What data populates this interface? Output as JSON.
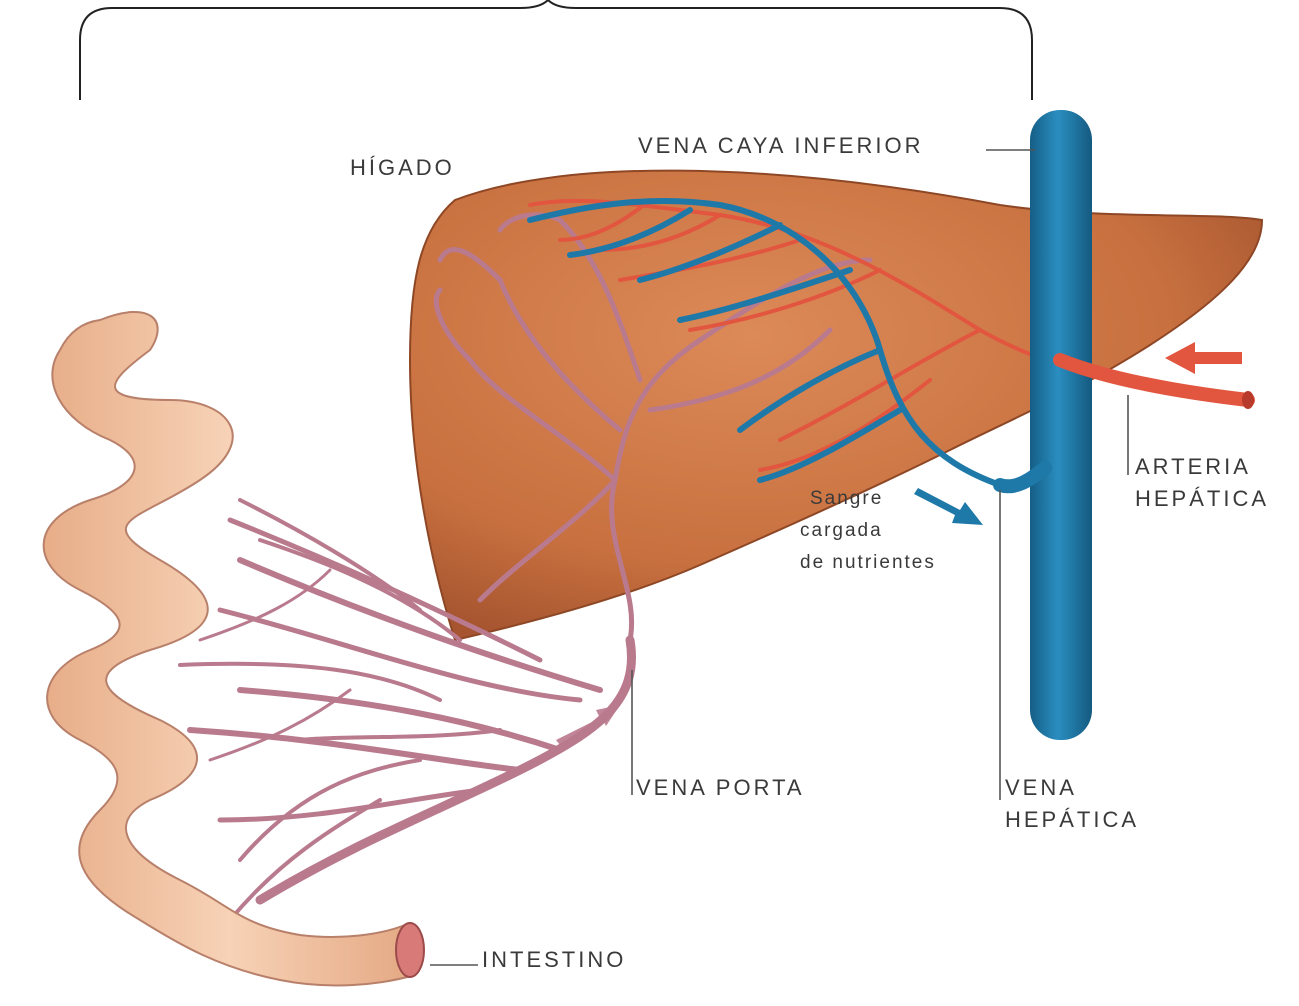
{
  "labels": {
    "liver": "HÍGADO",
    "ivc": "VENA CAYA INFERIOR",
    "hepatic_artery_1": "ARTERIA",
    "hepatic_artery_2": "HEPÁTICA",
    "nutrients_1": "Sangre",
    "nutrients_2": "cargada",
    "nutrients_3": "de nutrientes",
    "portal_vein": "VENA PORTA",
    "hepatic_vein_1": "VENA",
    "hepatic_vein_2": "HEPÁTICA",
    "intestine": "INTESTINO"
  },
  "colors": {
    "liver": "#c8703f",
    "vein_blue": "#1f79a8",
    "artery_red": "#e2553f",
    "portal_pink": "#c08598",
    "intestine": "#f2c4a4"
  }
}
